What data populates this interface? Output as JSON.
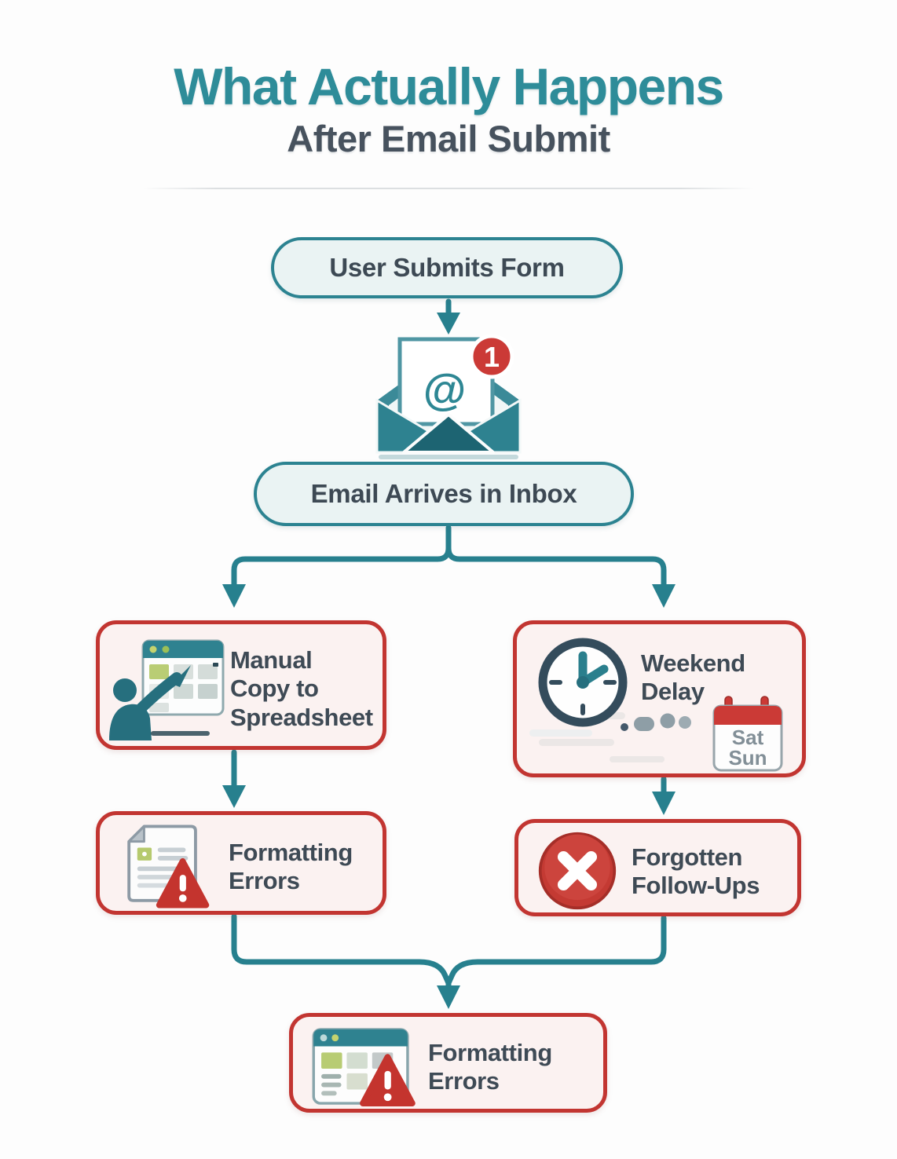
{
  "title": {
    "line1": "What Actually Happens",
    "line2": "After Email Submit"
  },
  "nodes": {
    "submit": {
      "label": "User Submits Form"
    },
    "inbox": {
      "label": "Email Arrives in Inbox"
    },
    "manual_copy": {
      "label": "Manual Copy to Spreadsheet"
    },
    "weekend_delay": {
      "label": "Weekend Delay"
    },
    "formatting_errors": {
      "label": "Formatting Errors"
    },
    "forgotten_followups": {
      "label": "Forgotten Follow-Ups"
    },
    "final_formatting_errors": {
      "label": "Formatting Errors"
    }
  },
  "email_icon": {
    "badge_count": "1",
    "at_symbol": "@"
  },
  "calendar": {
    "day1": "Sat",
    "day2": "Sun"
  },
  "colors": {
    "title_teal": "#2E8C99",
    "connector_teal": "#27808E",
    "pill_border": "#2C8391",
    "pill_fill": "#EAF3F3",
    "slate_text": "#3E4A55",
    "card_border": "#C23531",
    "card_fill": "#FBF2F1",
    "badge_red": "#CB3A36",
    "warning_red": "#C4342E"
  }
}
